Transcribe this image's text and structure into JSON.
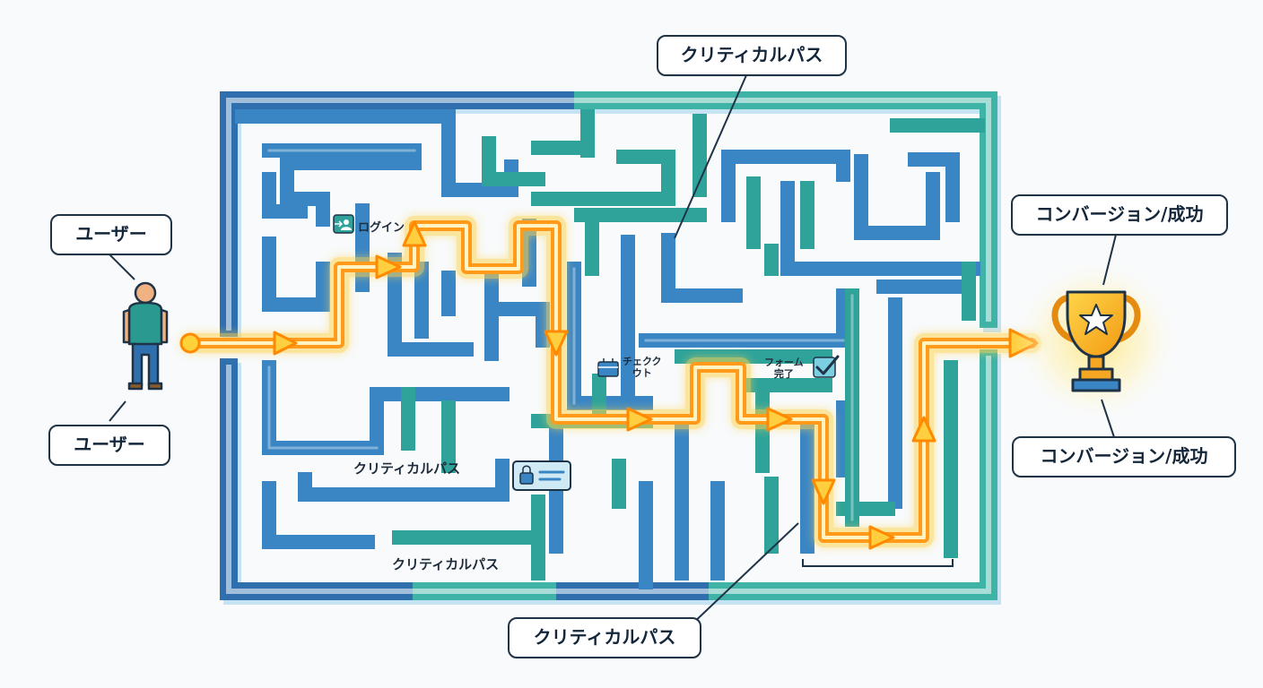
{
  "user": {
    "callout_top": "ユーザー",
    "callout_bottom": "ユーザー"
  },
  "goal": {
    "callout_top": "コンバージョン/成功",
    "callout_bottom": "コンバージョン/成功"
  },
  "critical_path": {
    "callout_top": "クリティカルパス",
    "callout_bottom": "クリティカルパス",
    "inner_label_1": "クリティカルパス",
    "inner_label_2": "クリティカルパス"
  },
  "steps": {
    "login": "ログイン",
    "checkout_line1": "チェクク",
    "checkout_line2": "ウト",
    "form_line1": "フォーム",
    "form_line2": "完了"
  },
  "colors": {
    "wall_blue": "#3a86c4",
    "wall_teal": "#2fa39a",
    "path_orange": "#ff9a1a",
    "path_glow": "#ffd34d",
    "outline": "#1f3347"
  },
  "icons": [
    "person-icon",
    "trophy-icon",
    "star-icon",
    "login-icon",
    "cart-icon",
    "checkbox-icon",
    "lock-card-icon"
  ]
}
